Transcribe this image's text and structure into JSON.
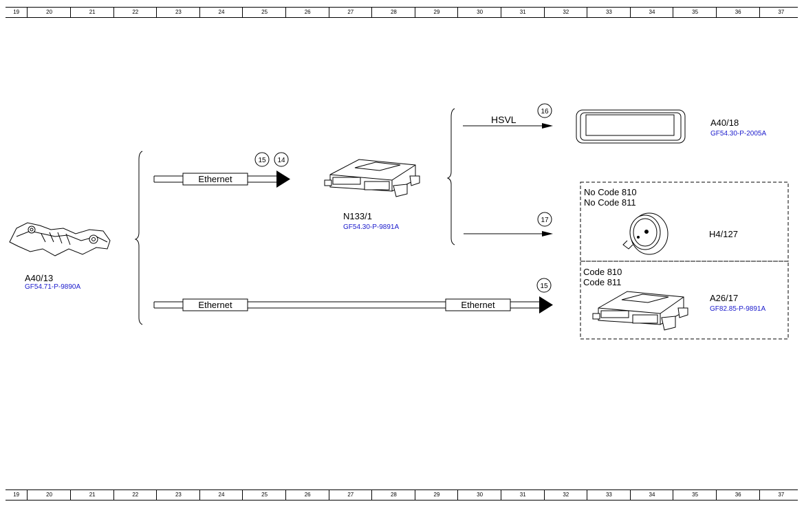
{
  "ruler": {
    "cells": [
      "19",
      "20",
      "21",
      "22",
      "23",
      "24",
      "25",
      "26",
      "27",
      "28",
      "29",
      "30",
      "31",
      "32",
      "33",
      "34",
      "35",
      "36",
      "37"
    ]
  },
  "components": {
    "a40_13": {
      "id": "A40/13",
      "ref": "GF54.71-P-9890A"
    },
    "n133_1": {
      "id": "N133/1",
      "ref": "GF54.30-P-9891A"
    },
    "a40_18": {
      "id": "A40/18",
      "ref": "GF54.30-P-2005A"
    },
    "h4_127": {
      "id": "H4/127"
    },
    "a26_17": {
      "id": "A26/17",
      "ref": "GF82.85-P-9891A"
    }
  },
  "conditions": {
    "upper_line1": "No Code 810",
    "upper_line2": "No Code 811",
    "lower_line1": "Code 810",
    "lower_line2": "Code 811"
  },
  "lines": {
    "ethernet_label": "Ethernet",
    "hsvl_label": "HSVL"
  },
  "markers": {
    "m15": "15",
    "m14": "14",
    "m16": "16",
    "m17": "17"
  },
  "colors": {
    "line": "#000000",
    "reference_text": "#1a1acc"
  }
}
